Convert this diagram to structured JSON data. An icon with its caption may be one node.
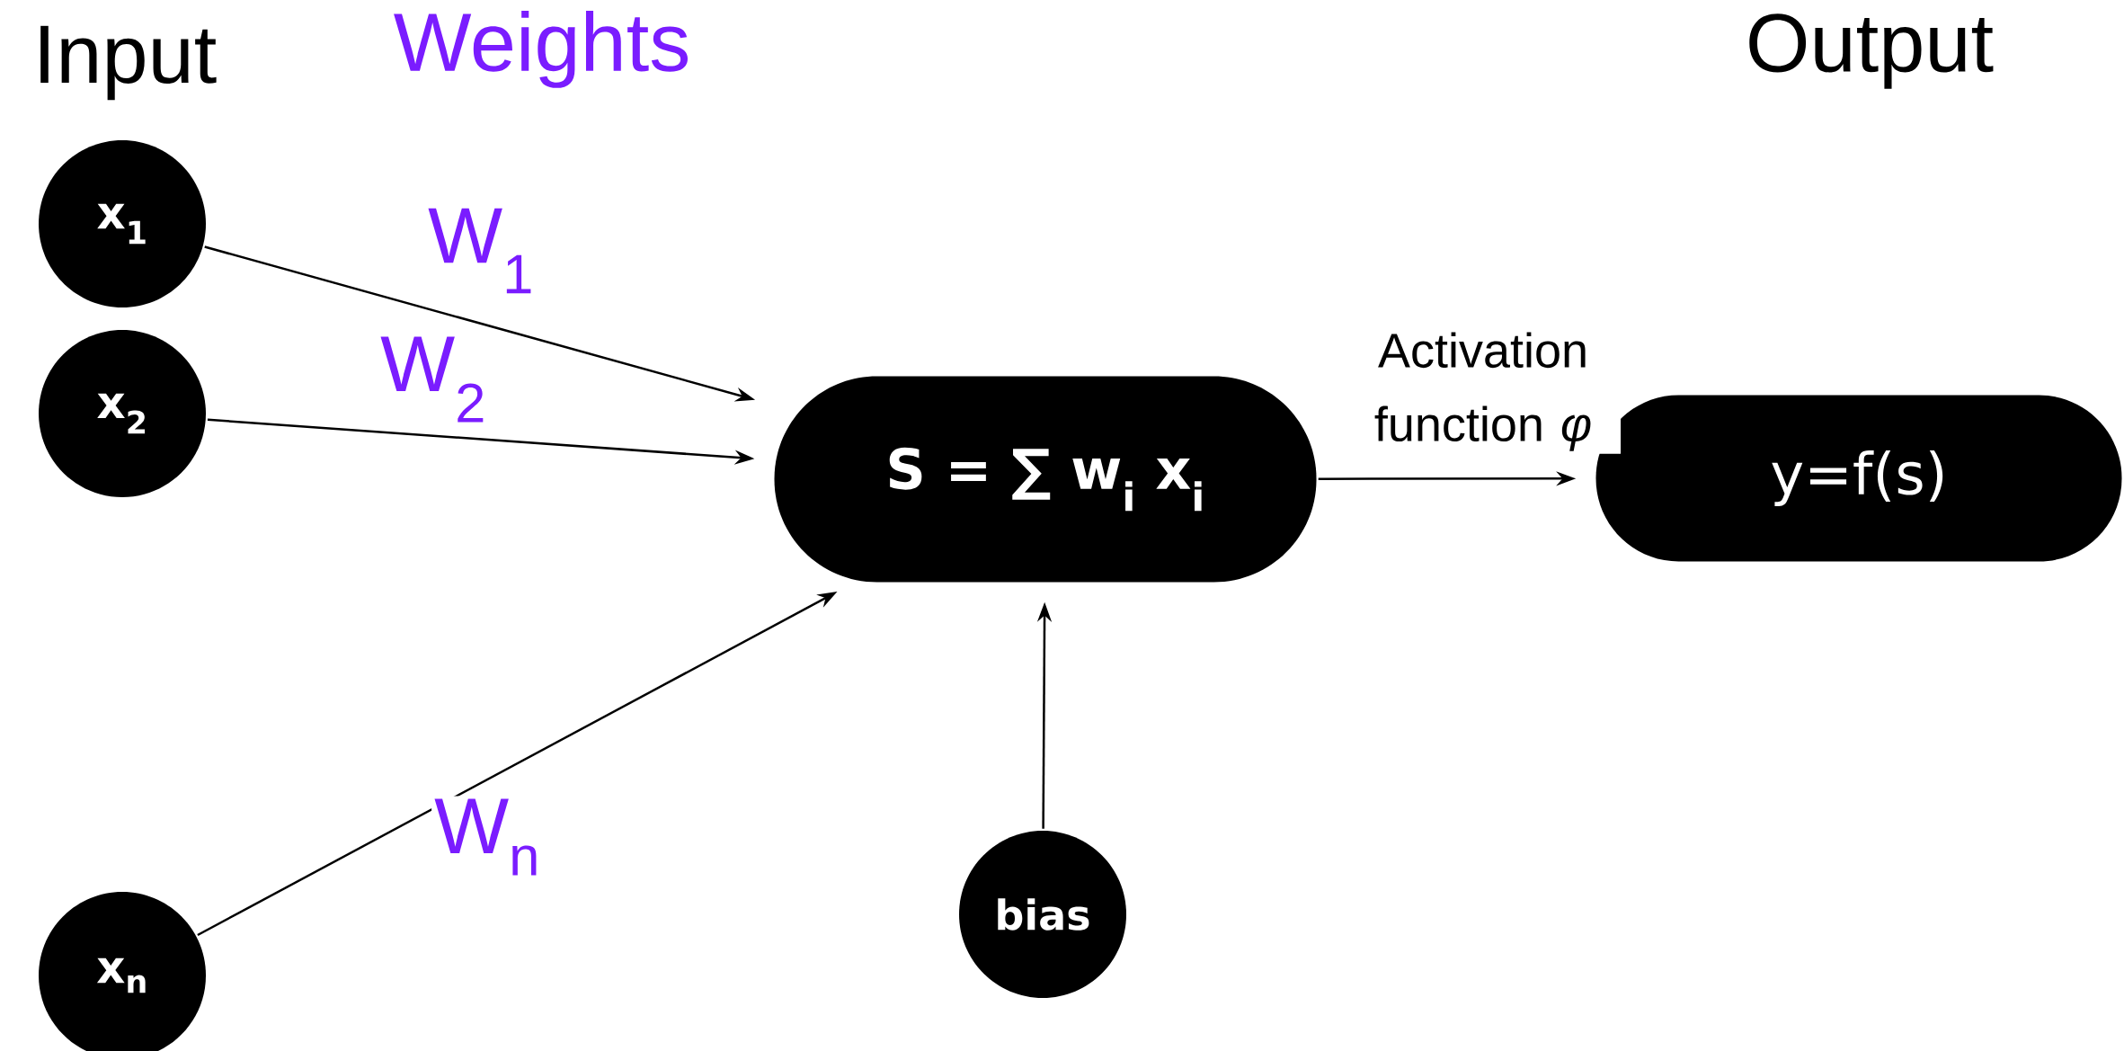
{
  "diagram": {
    "nodes": [
      {
        "text": [
          "x$_{1}$"
        ]
      },
      {
        "text": [
          "x$_{2}$"
        ]
      },
      {
        "text": [
          "x$_{n}$"
        ]
      },
      {
        "text": [
          "S = ∑ w$_{i}$ x$_{i}$"
        ]
      },
      {
        "text": [
          "y=f(s)"
        ]
      },
      {
        "text": [
          "bias"
        ]
      }
    ],
    "edges": [
      {
        "from": 0,
        "to": 3,
        "arrow": "to",
        "label": "W$_{1}$"
      },
      {
        "from": 1,
        "to": 3,
        "arrow": "to",
        "label": "W$_{2}$"
      },
      {
        "from": 2,
        "to": 3,
        "arrow": "to",
        "label": "W$_{n}$"
      },
      {
        "from": 5,
        "to": 3,
        "arrow": "to"
      },
      {
        "from": 3,
        "to": 4,
        "arrow": "to",
        "label": "Activation function *φ*"
      }
    ],
    "labels": [
      "Input",
      "Weights",
      "Output"
    ]
  }
}
